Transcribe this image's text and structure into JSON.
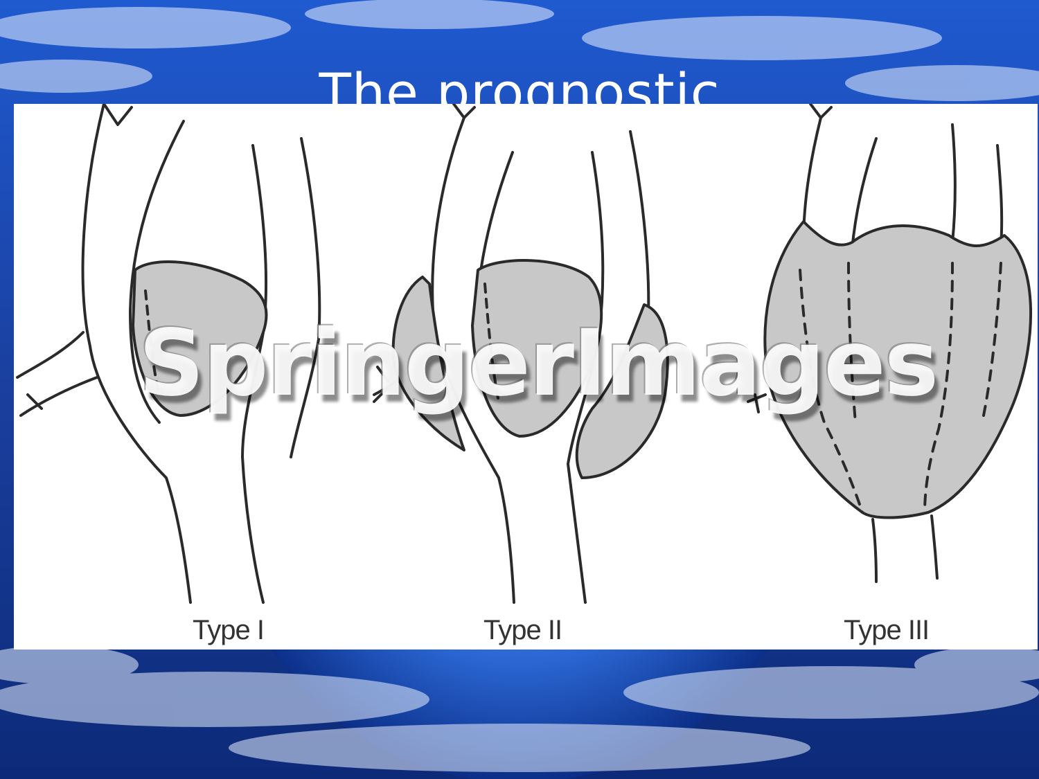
{
  "slide": {
    "title": "The prognostic"
  },
  "figure": {
    "watermark": "SpringerImages",
    "labels": [
      "Type I",
      "Type II",
      "Type III"
    ]
  },
  "colors": {
    "background": "#1b4fb8",
    "title_text": "#ffffff",
    "figure_background": "#ffffff",
    "lesion_fill": "#c8c8c8",
    "outline": "#2a2a2a"
  }
}
